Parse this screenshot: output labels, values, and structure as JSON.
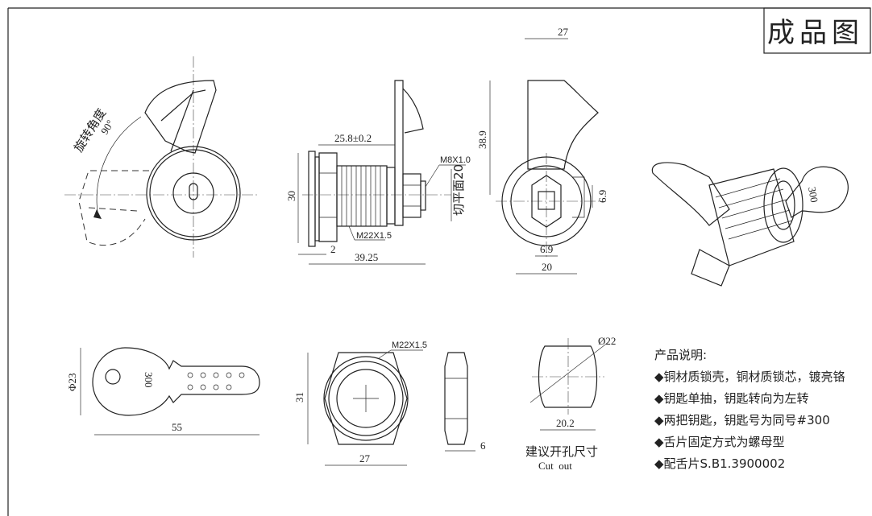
{
  "title": "成品图",
  "view_rotation": {
    "label": "旋转角度",
    "angle": "90°"
  },
  "side_view": {
    "dim_length": "25.8±0.2",
    "dim_height": "30",
    "thread_nut": "M8X1.0",
    "flat_cut": "切平面20",
    "thread_body": "M22X1.5",
    "dim_flange": "2",
    "dim_total": "39.25"
  },
  "front_view": {
    "dim_width_top": "27",
    "dim_height": "38.9",
    "dim_square_v": "6.9",
    "dim_square_h": "6.9",
    "dim_width": "20"
  },
  "photo": {
    "key_number": "300"
  },
  "key_view": {
    "key_number": "300",
    "dim_diameter": "Φ23",
    "dim_length": "55"
  },
  "nut_view": {
    "thread": "M22X1.5",
    "dim_height": "31",
    "dim_width": "27",
    "dim_thickness": "6"
  },
  "cutout_view": {
    "dim_diameter": "Ø22",
    "dim_flat": "20.2",
    "label_cn": "建议开孔尺寸",
    "label_en": "Cut  out"
  },
  "description": {
    "heading": "产品说明:",
    "items": [
      "◆铜材质锁壳，铜材质锁芯，镀亮铬",
      "◆钥匙单抽，钥匙转向为左转",
      "◆两把钥匙，钥匙号为同号#300",
      "◆舌片固定方式为螺母型",
      "◆配舌片S.B1.3900002"
    ]
  }
}
